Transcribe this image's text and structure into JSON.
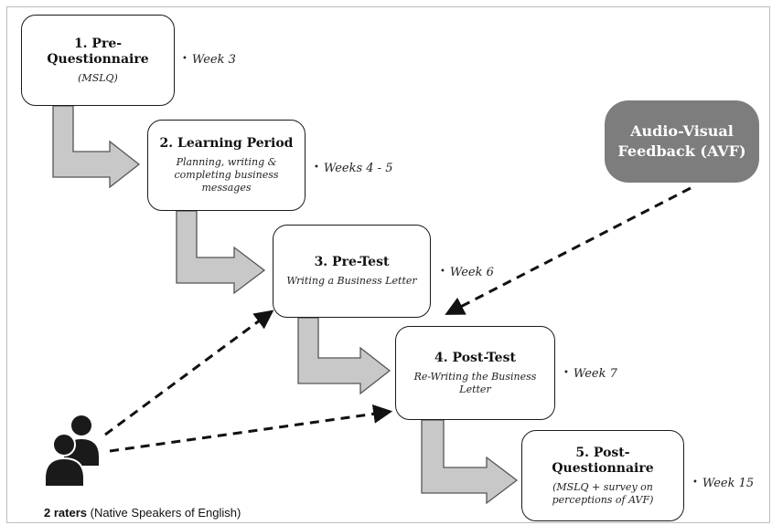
{
  "steps": [
    {
      "title": "1. Pre-Questionnaire",
      "subtitle": "(MSLQ)",
      "week": "Week 3"
    },
    {
      "title": "2. Learning Period",
      "subtitle": "Planning, writing & completing business messages",
      "week": "Weeks 4 - 5"
    },
    {
      "title": "3. Pre-Test",
      "subtitle": "Writing a Business Letter",
      "week": "Week 6"
    },
    {
      "title": "4. Post-Test",
      "subtitle": "Re-Writing the Business Letter",
      "week": "Week 7"
    },
    {
      "title": "5. Post-Questionnaire",
      "subtitle": "(MSLQ + survey on perceptions of AVF)",
      "week": "Week 15"
    }
  ],
  "feedback": {
    "label": "Audio-Visual Feedback (AVF)"
  },
  "raters": {
    "count_label": "2 raters",
    "detail": "(Native Speakers of English)"
  },
  "colors": {
    "arrow_fill": "#c8c8c8",
    "avf_fill": "#7d7d7d",
    "border": "#1a1a1a"
  },
  "icons": {
    "raters": "people-icon"
  }
}
